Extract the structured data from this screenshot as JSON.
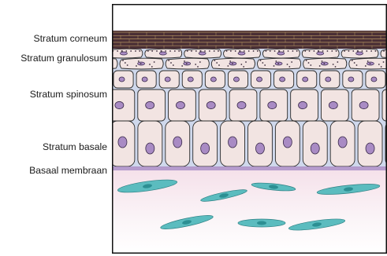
{
  "layers": [
    {
      "id": "corneum",
      "label": "Stratum corneum"
    },
    {
      "id": "granulosum",
      "label": "Stratum granulosum"
    },
    {
      "id": "spinosum",
      "label": "Stratum spinosum"
    },
    {
      "id": "basale",
      "label": "Stratum basale"
    },
    {
      "id": "membrane",
      "label": "Basaal membraan"
    }
  ],
  "colors": {
    "frame": "#111111",
    "corneum": "#4a2f35",
    "corneum_lines": "#c9a86a",
    "cell_fill": "#f2e4e2",
    "cell_stroke": "#2b2b2b",
    "nucleus": "#a98bc4",
    "nucleus_stroke": "#3a2a4a",
    "intercellular": "#cfd8ec",
    "membrane": "#a98bc4",
    "dermis_top": "#f3e3ea",
    "fibroblast": "#5bbcbf"
  }
}
